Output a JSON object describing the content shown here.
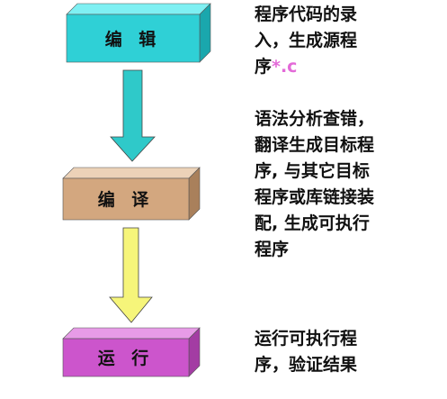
{
  "stages": [
    {
      "id": "edit",
      "label": "编 辑",
      "color": "#2fd0d6",
      "description_lines": [
        "程序代码的录",
        "入，生成源程",
        "序"
      ],
      "description_accent": "*.c"
    },
    {
      "id": "compile",
      "label": "编 译",
      "color": "#d3a77f",
      "description_lines": [
        "语法分析查错，",
        "翻译生成目标程",
        "序, 与其它目标",
        "程序或库链接装",
        "配, 生成可执行",
        "程序"
      ],
      "description_accent": ""
    },
    {
      "id": "run",
      "label": "运 行",
      "color": "#cc55cc",
      "description_lines": [
        "运行可执行程",
        "序，验证结果"
      ],
      "description_accent": ""
    }
  ],
  "arrows": [
    {
      "from": "edit",
      "to": "compile",
      "color": "#2fc9c9"
    },
    {
      "from": "compile",
      "to": "run",
      "color": "#f6f57a"
    }
  ]
}
